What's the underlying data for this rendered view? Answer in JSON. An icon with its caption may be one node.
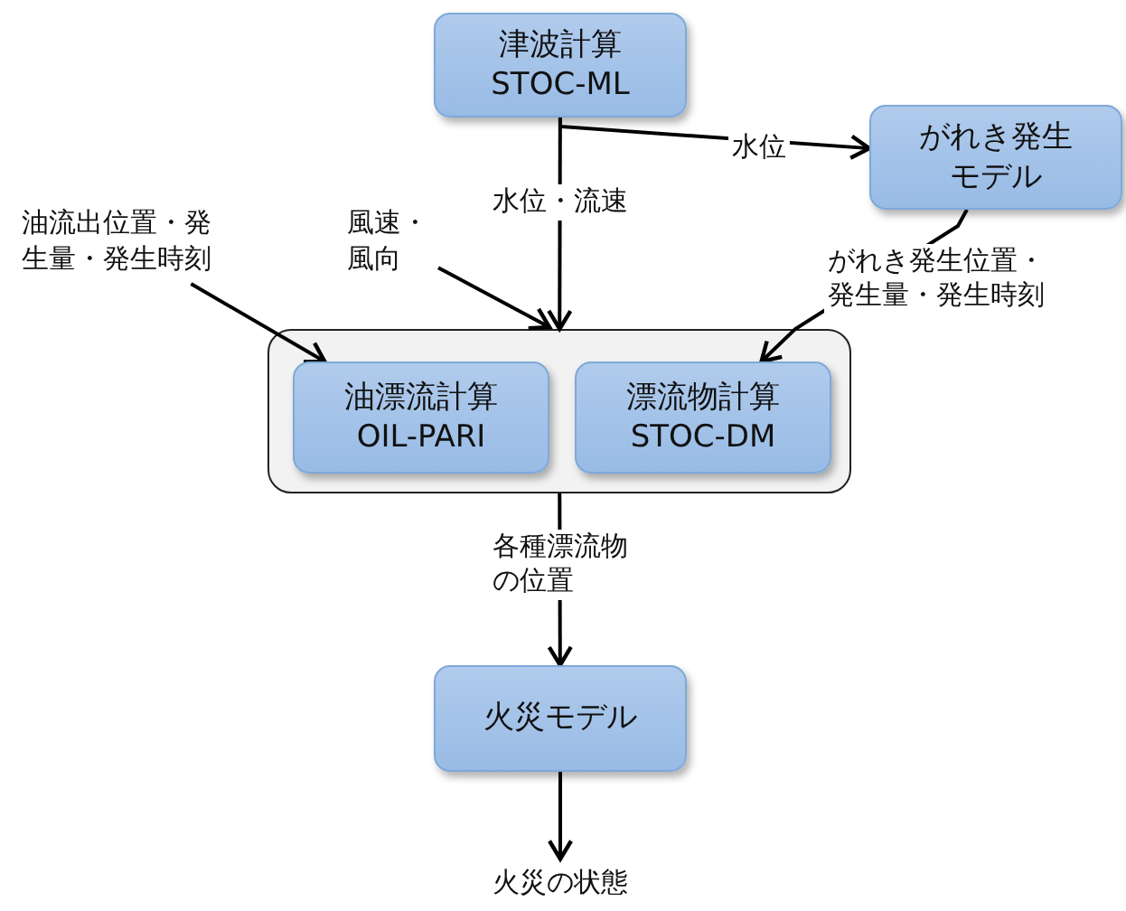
{
  "diagram": {
    "nodes": [
      {
        "text": [
          "津波計算",
          "STOC-ML"
        ]
      },
      {
        "text": [
          "がれき発生モデル"
        ]
      },
      {
        "text": [],
        "shape": "box"
      },
      {
        "text": [
          "油漂流計算",
          "OIL-PARI"
        ],
        "in": 2
      },
      {
        "text": [
          "漂流物計算",
          "STOC-DM"
        ],
        "in": 2
      },
      {
        "text": [
          "火災モデル"
        ]
      },
      {
        "text": [
          "火災の状態"
        ]
      },
      {
        "text": [
          "油流出位置・発生量・発生時刻"
        ]
      },
      {
        "text": [
          "風速・風向"
        ]
      }
    ],
    "edges": [
      {
        "from": 0,
        "to": 1,
        "label": "水位",
        "arrow": "to"
      },
      {
        "from": 0,
        "to": 2,
        "label": "水位・流速",
        "arrow": "to"
      },
      {
        "from": 7,
        "to": 3,
        "arrow": "to"
      },
      {
        "from": 8,
        "to": 2,
        "arrow": "to"
      },
      {
        "from": 1,
        "to": 4,
        "label": "がれき発生位置・発生量・発生時刻",
        "arrow": "to"
      },
      {
        "from": 2,
        "to": 5,
        "label": "各種漂流物の位置",
        "arrow": "to"
      },
      {
        "from": 5,
        "to": 6,
        "arrow": "to"
      }
    ]
  }
}
